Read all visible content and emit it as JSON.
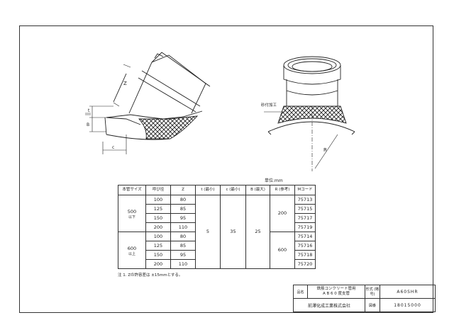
{
  "unit_label": "単位:mm",
  "drawing_labels": {
    "z": "Z",
    "t": "t",
    "b": "B",
    "c": "c",
    "r": "R",
    "kasen": "砂付加工"
  },
  "table": {
    "headers": [
      "本管サイズ",
      "呼び径",
      "Z",
      "t (最小)",
      "c (最小)",
      "B (最大)",
      "R (参考)",
      "Mコード"
    ],
    "groups": [
      {
        "size_main": "500",
        "size_sub": "以下",
        "t": "5",
        "c": "35",
        "b": "25",
        "r": "200",
        "rows": [
          {
            "dia": "100",
            "z": "80",
            "m": "75713"
          },
          {
            "dia": "125",
            "z": "85",
            "m": "75715"
          },
          {
            "dia": "150",
            "z": "95",
            "m": "75717"
          },
          {
            "dia": "200",
            "z": "110",
            "m": "75719"
          }
        ]
      },
      {
        "size_main": "600",
        "size_sub": "以上",
        "r": "600",
        "rows": [
          {
            "dia": "100",
            "z": "80",
            "m": "75714"
          },
          {
            "dia": "125",
            "z": "85",
            "m": "75716"
          },
          {
            "dia": "150",
            "z": "95",
            "m": "75718"
          },
          {
            "dia": "200",
            "z": "110",
            "m": "75720"
          }
        ]
      }
    ]
  },
  "note": "注 1. Zの許容差は ±15mmとする。",
  "title_block": {
    "name_label": "品名",
    "name_line1": "鉄筋コンクリート管用",
    "name_line2": "A B 6 0 度支管",
    "model_label": "形式 (略号)",
    "model_value": "A60SHR",
    "company": "前澤化成工業株式会社",
    "drawing_no_label": "図番",
    "drawing_no_value": "18015000"
  }
}
